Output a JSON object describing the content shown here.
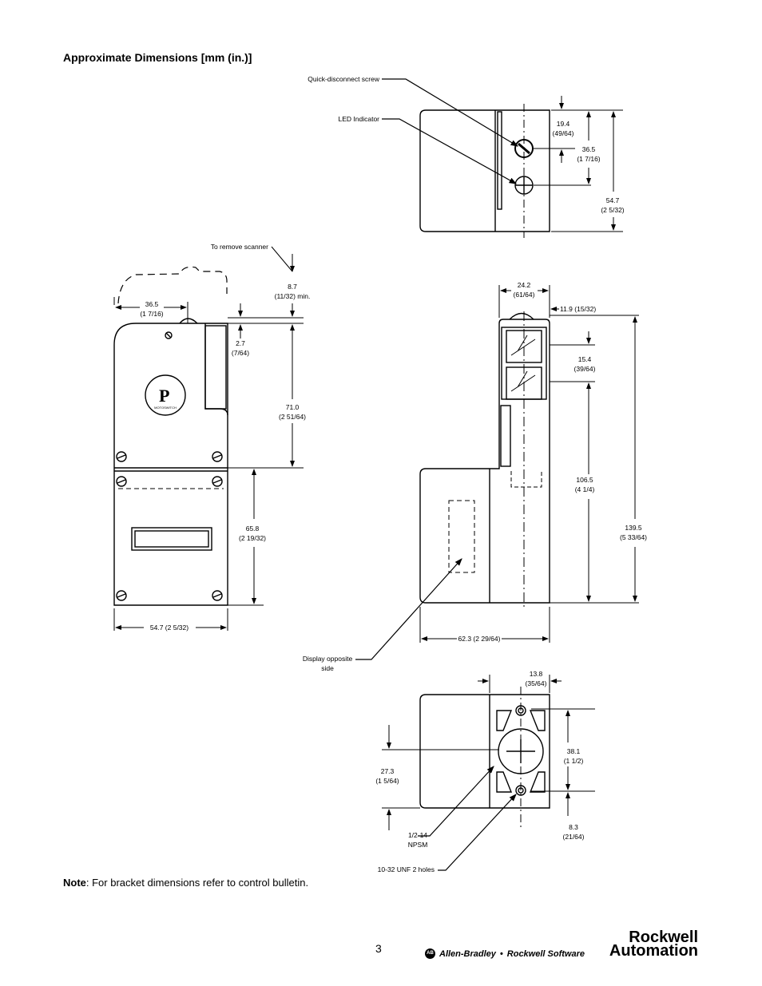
{
  "page": {
    "title": "Approximate Dimensions [mm (in.)]",
    "note_bold": "Note",
    "note_text": ": For bracket dimensions refer to control bulletin.",
    "page_number": "3",
    "brand_allen_bradley": "Allen-Bradley",
    "brand_separator": "•",
    "brand_rockwell_software": "Rockwell Software",
    "logo_line1": "Rockwell",
    "logo_line2": "Automation",
    "ab_logo_text": "AB"
  },
  "drawing": {
    "labels": {
      "quick_disconnect": "Quick-disconnect screw",
      "led_indicator": "LED Indicator",
      "to_remove_scanner": "To remove scanner",
      "display_opposite_1": "Display opposite",
      "display_opposite_2": "side",
      "npsm_1": "1/2-14",
      "npsm_2": "NPSM",
      "unf_holes": "10-32 UNF 2 holes",
      "brand_mark": "MOTOSWITCH",
      "brand_letter": "P"
    },
    "dims": {
      "d19_4": "19.4",
      "d19_4_in": "(49/64)",
      "d36_5a": "36.5",
      "d36_5a_in": "(1 7/16)",
      "d54_7a": "54.7",
      "d54_7a_in": "(2 5/32)",
      "d8_7": "8.7",
      "d8_7_in": "(11/32) min.",
      "d36_5b": "36.5",
      "d36_5b_in": "(1 7/16)",
      "d2_7": "2.7",
      "d2_7_in": "(7/64)",
      "d71_0": "71.0",
      "d71_0_in": "(2 51/64)",
      "d65_8": "65.8",
      "d65_8_in": "(2 19/32)",
      "d54_7b": "54.7 (2 5/32)",
      "d24_2": "24.2",
      "d24_2_in": "(61/64)",
      "d11_9": "11.9 (15/32)",
      "d15_4": "15.4",
      "d15_4_in": "(39/64)",
      "d106_5": "106.5",
      "d106_5_in": "(4 1/4)",
      "d139_5": "139.5",
      "d139_5_in": "(5 33/64)",
      "d62_3": "62.3 (2 29/64)",
      "d13_8": "13.8",
      "d13_8_in": "(35/64)",
      "d38_1": "38.1",
      "d38_1_in": "(1 1/2)",
      "d27_3": "27.3",
      "d27_3_in": "(1 5/64)",
      "d8_3": "8.3",
      "d8_3_in": "(21/64)"
    }
  }
}
